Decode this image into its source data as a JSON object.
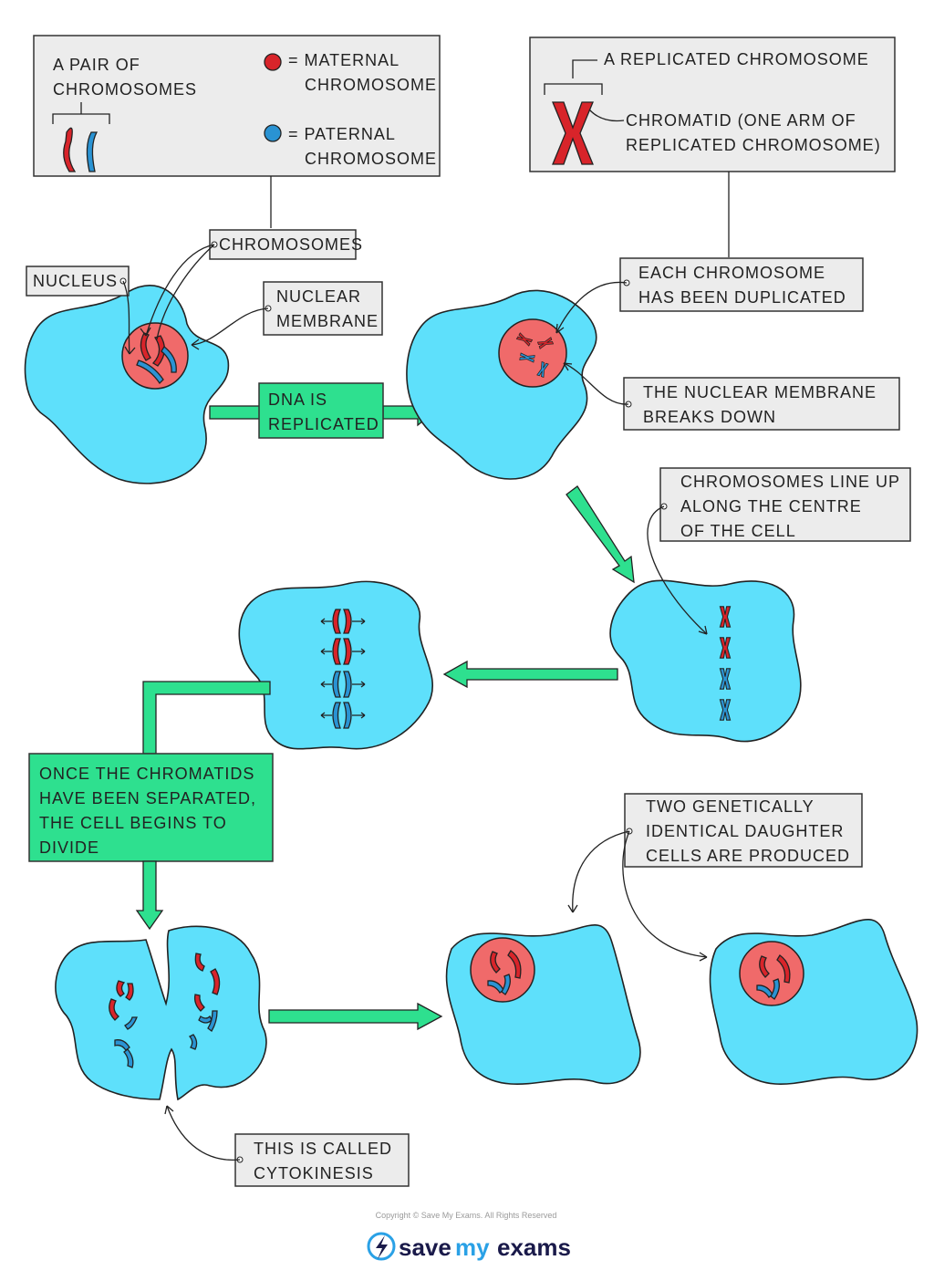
{
  "legend_pair": {
    "title_line1": "A PAIR OF",
    "title_line2": "CHROMOSOMES",
    "maternal_line1": "= MATERNAL",
    "maternal_line2": "CHROMOSOME",
    "paternal_line1": "= PATERNAL",
    "paternal_line2": "CHROMOSOME"
  },
  "legend_replicated": {
    "title": "A REPLICATED CHROMOSOME",
    "chromatid_line1": "CHROMATID  (ONE ARM OF",
    "chromatid_line2": "REPLICATED  CHROMOSOME)"
  },
  "labels": {
    "nucleus": "NUCLEUS",
    "chromosomes": "CHROMOSOMES",
    "nuclear_membrane_line1": "NUCLEAR",
    "nuclear_membrane_line2": "MEMBRANE",
    "duplicated_line1": "EACH  CHROMOSOME",
    "duplicated_line2": "HAS  BEEN  DUPLICATED",
    "breaks_line1": "THE  NUCLEAR  MEMBRANE",
    "breaks_line2": "BREAKS  DOWN",
    "lineup_line1": "CHROMOSOMES  LINE  UP",
    "lineup_line2": "ALONG  THE  CENTRE",
    "lineup_line3": "OF  THE  CELL",
    "daughter_line1": "TWO  GENETICALLY",
    "daughter_line2": "IDENTICAL  DAUGHTER",
    "daughter_line3": "CELLS  ARE  PRODUCED",
    "cytokinesis_line1": "THIS  IS  CALLED",
    "cytokinesis_line2": "CYTOKINESIS"
  },
  "steps": {
    "dna_line1": "DNA  IS",
    "dna_line2": "REPLICATED",
    "separated_line1": "ONCE  THE  CHROMATIDS",
    "separated_line2": "HAVE  BEEN  SEPARATED,",
    "separated_line3": "THE  CELL  BEGINS  TO",
    "separated_line4": "DIVIDE"
  },
  "footer": {
    "copyright": "Copyright © Save My Exams. All Rights Reserved",
    "brand_part1": "save",
    "brand_part2": "my",
    "brand_part3": "exams"
  },
  "colors": {
    "cell": "#5ee0fb",
    "nucleus": "#f06a6a",
    "maternal": "#d8242a",
    "paternal": "#2a93d3",
    "step_box": "#2ee08f",
    "label_box": "#ececec"
  }
}
